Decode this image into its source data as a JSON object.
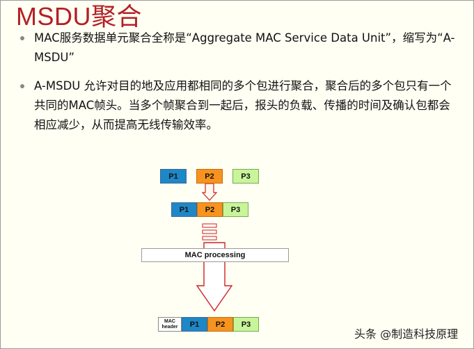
{
  "slide": {
    "title": "MSDU聚合",
    "bullets": [
      "MAC服务数据单元聚合全称是“Aggregate MAC Service Data Unit”，缩写为“A-MSDU”",
      "A-MSDU 允许对目的地及应用都相同的多个包进行聚合，聚合后的多个包只有一个共同的MAC帧头。当多个帧聚合到一起后，报头的负载、传播的时间及确认包都会相应减少，从而提高无线传输效率。"
    ]
  },
  "diagram": {
    "top_packets": [
      "P1",
      "P2",
      "P3"
    ],
    "merged_packets": [
      "P1",
      "P2",
      "P3"
    ],
    "processing_label": "MAC processing",
    "header_label": "MAC header",
    "final_packets": [
      "P1",
      "P2",
      "P3"
    ],
    "colors": {
      "p1": "#1e87c7",
      "p2": "#f7931e",
      "p3": "#c9f59a",
      "arrow": "#cc2222",
      "title": "#b32024"
    }
  },
  "watermark": "头条 @制造科技原理"
}
